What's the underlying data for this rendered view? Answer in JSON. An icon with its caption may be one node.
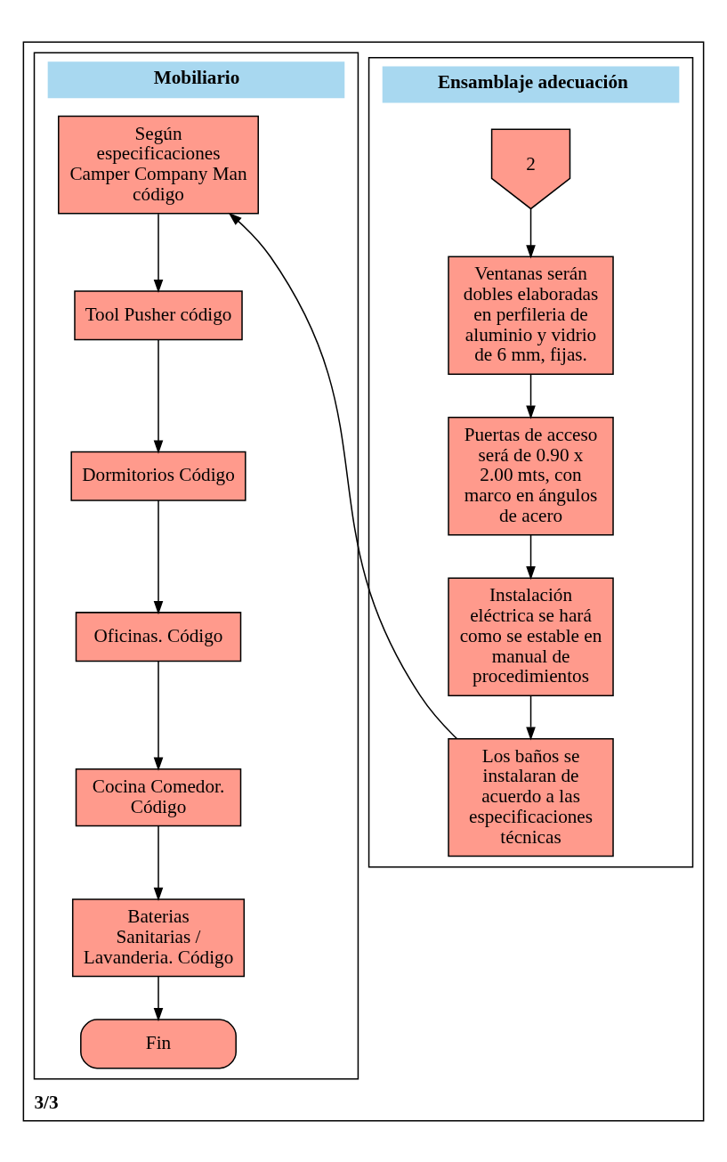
{
  "diagram": {
    "nodes": [
      {
        "text": [
          "3/3"
        ]
      },
      {
        "text": [
          "Ensamblaje adecuación"
        ],
        "in": 0
      },
      {
        "text": [
          "Mobiliario"
        ],
        "in": 0
      },
      {
        "text": [
          "2"
        ],
        "in": 1
      },
      {
        "text": [
          "Ventanas serán dobles elaboradas en perfileria de aluminio y vidrio de 6 mm, fijas."
        ],
        "in": 1
      },
      {
        "text": [
          "Puertas de acceso será de 0.90 x 2.00 mts, con marco en ángulos de acero"
        ],
        "in": 1
      },
      {
        "text": [
          "Instalación eléctrica se hará como se estable en manual de procedimientos"
        ],
        "in": 1
      },
      {
        "text": [
          "Los baños se instalaran de acuerdo a las especificaciones técnicas"
        ],
        "in": 1
      },
      {
        "text": [
          "Según especificaciones Camper Company Man código"
        ],
        "in": 2
      },
      {
        "text": [
          "Tool Pusher código"
        ],
        "in": 2
      },
      {
        "text": [
          "Dormitorios Código"
        ],
        "in": 2
      },
      {
        "text": [
          "Oficinas. Código"
        ],
        "in": 2
      },
      {
        "text": [
          "Cocina Comedor. Código"
        ],
        "in": 2
      },
      {
        "text": [
          "Baterias Sanitarias / Lavanderia. Código"
        ],
        "in": 2
      },
      {
        "text": [
          "Fin"
        ],
        "in": 2
      }
    ],
    "edges": [
      {
        "from": 3,
        "to": 4,
        "arrow": "to"
      },
      {
        "from": 4,
        "to": 5,
        "arrow": "to"
      },
      {
        "from": 5,
        "to": 6,
        "arrow": "to"
      },
      {
        "from": 6,
        "to": 7,
        "arrow": "to"
      },
      {
        "from": 7,
        "to": 8,
        "arrow": "to"
      },
      {
        "from": 8,
        "to": 9,
        "arrow": "to"
      },
      {
        "from": 9,
        "to": 10,
        "arrow": "to"
      },
      {
        "from": 10,
        "to": 11,
        "arrow": "to"
      },
      {
        "from": 11,
        "to": 12,
        "arrow": "to"
      },
      {
        "from": 12,
        "to": 13,
        "arrow": "to"
      },
      {
        "from": 13,
        "to": 14,
        "arrow": "to"
      }
    ]
  }
}
